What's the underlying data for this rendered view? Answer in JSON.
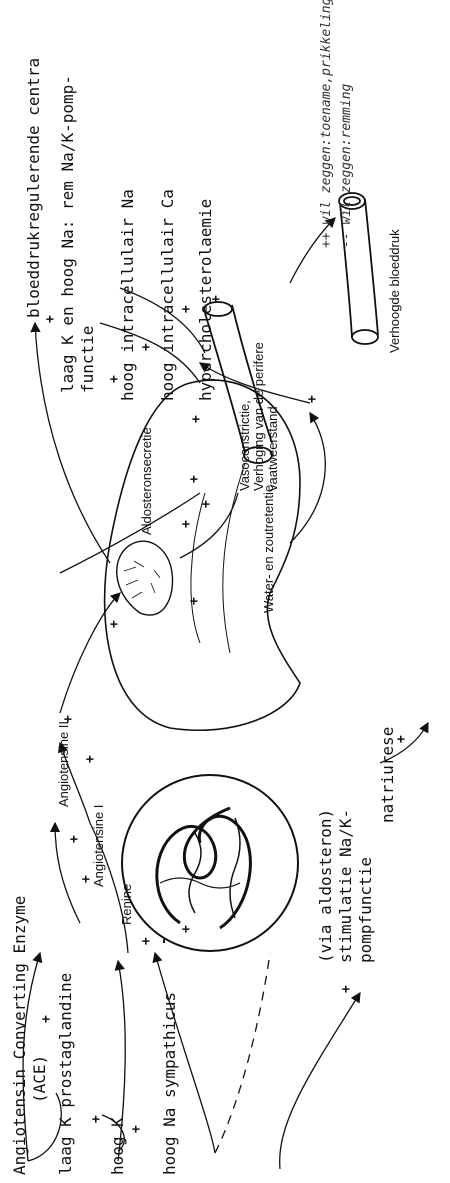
{
  "labels": {
    "ace": "Angiotensin Converting Enzyme",
    "ace_abbr": "(ACE)",
    "laag_k_prostaglandine": "laag K prostaglandine",
    "hoog_k": "hoog K",
    "hoog_na_sympathicus": "hoog Na sympathicus",
    "renine": "Renine",
    "angiotensine_1": "Angiotensine I",
    "angiotensine_2": "Angiotensine II",
    "aldosteronsecretie": "Aldosteronsecretie",
    "water_zoutretentie": "Water- en zoutretentie",
    "natriurese": "natriurese",
    "via_aldosteron_1": "(via aldosteron)",
    "via_aldosteron_2": "stimulatie Na/K-",
    "via_aldosteron_3": "pompfunctie",
    "vasoconstrictie_1": "Vasoconstrictie,",
    "vasoconstrictie_2": "Verhoging van de perifere",
    "vasoconstrictie_3": "vaatweerstand",
    "verhoogde_bloeddruk": "Verhoogde bloeddruk",
    "bloeddruk_centra": "bloeddrukregulerende centra",
    "laag_k_hoog_na_1": "laag K en hoog Na: rem Na/K-pomp-",
    "laag_k_hoog_na_2": "functie",
    "hoog_intra_na": "hoog intracellulair Na",
    "hoog_intra_ca": "hoog intracellulair Ca",
    "hypercholesterolaemie": "hypercholesterolaemie"
  },
  "legend": {
    "plus": "++ wil zeggen:toename,prikkeling",
    "minus": "-- wil zeggen:remming"
  },
  "signs": {
    "plus": "+",
    "minus": "-"
  }
}
